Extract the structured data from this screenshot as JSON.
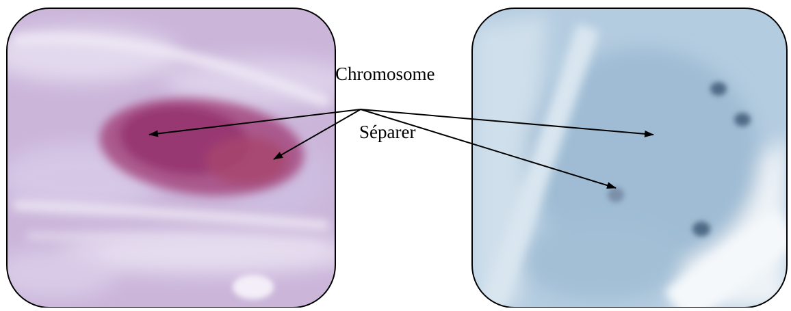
{
  "labels": {
    "chromosome": "Chromosome",
    "separer": "Séparer"
  },
  "panels": [
    {
      "name": "left-micrograph",
      "stain": "purple",
      "colors": {
        "base": "#c9b3d9",
        "highlight": "#e4d8ee",
        "nucleus": "#9b3a78",
        "nucleus_core": "#a8456e"
      }
    },
    {
      "name": "right-micrograph",
      "stain": "blue",
      "colors": {
        "base": "#a9c4d8",
        "highlight": "#dce8f1",
        "dots": "#4f6a86"
      }
    }
  ],
  "colors": {
    "arrow": "#000000",
    "frame": "#000000"
  }
}
